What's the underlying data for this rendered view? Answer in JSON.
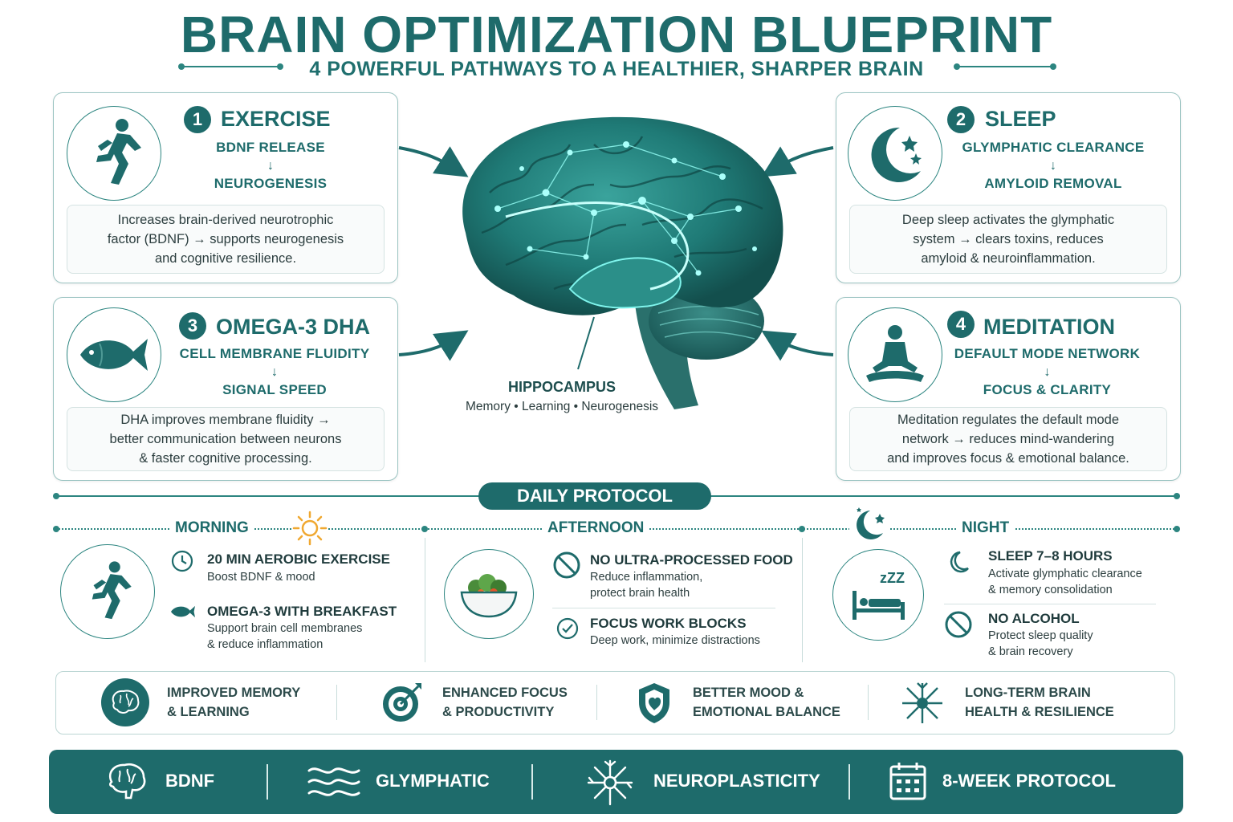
{
  "header": {
    "title": "BRAIN OPTIMIZATION BLUEPRINT",
    "subtitle": "4 POWERFUL PATHWAYS TO A HEALTHIER, SHARPER BRAIN"
  },
  "colors": {
    "primary": "#1e6b6b",
    "accent": "#2c8580",
    "glow": "#5ff0e8"
  },
  "pathways": [
    {
      "number": "1",
      "title": "EXERCISE",
      "flow_from": "BDNF RELEASE",
      "arrow": "↓",
      "flow_to": "NEUROGENESIS",
      "desc": [
        "Increases brain-derived neurotrophic",
        "factor (BDNF) → supports neurogenesis",
        "and cognitive resilience."
      ],
      "icon": "runner-icon"
    },
    {
      "number": "2",
      "title": "SLEEP",
      "flow_from": "GLYMPHATIC CLEARANCE",
      "arrow": "↓",
      "flow_to": "AMYLOID REMOVAL",
      "desc": [
        "Deep sleep activates the glymphatic",
        "system → clears toxins, reduces",
        "amyloid & neuroinflammation."
      ],
      "icon": "moon-stars-icon"
    },
    {
      "number": "3",
      "title": "OMEGA-3 DHA",
      "flow_from": "CELL MEMBRANE FLUIDITY",
      "arrow": "↓",
      "flow_to": "SIGNAL SPEED",
      "desc": [
        "DHA improves membrane fluidity →",
        "better communication between neurons",
        "& faster cognitive processing."
      ],
      "icon": "fish-icon"
    },
    {
      "number": "4",
      "title": "MEDITATION",
      "flow_from": "DEFAULT MODE NETWORK",
      "arrow": "↓",
      "flow_to": "FOCUS & CLARITY",
      "desc": [
        "Meditation regulates the default mode",
        "network → reduces mind-wandering",
        "and improves focus & emotional balance."
      ],
      "icon": "meditation-icon"
    }
  ],
  "brain": {
    "label": "HIPPOCAMPUS",
    "sub": "Memory • Learning • Neurogenesis"
  },
  "protocol": {
    "title": "DAILY PROTOCOL",
    "morning": {
      "label": "MORNING",
      "items": [
        {
          "title": "20 MIN AEROBIC EXERCISE",
          "desc": [
            "Boost BDNF & mood"
          ]
        },
        {
          "title": "OMEGA-3 WITH BREAKFAST",
          "desc": [
            "Support brain cell membranes",
            "& reduce inflammation"
          ]
        }
      ]
    },
    "afternoon": {
      "label": "AFTERNOON",
      "items": [
        {
          "title": "NO ULTRA-PROCESSED FOOD",
          "desc": [
            "Reduce inflammation,",
            "protect brain health"
          ]
        },
        {
          "title": "FOCUS WORK BLOCKS",
          "desc": [
            "Deep work, minimize distractions"
          ]
        }
      ]
    },
    "night": {
      "label": "NIGHT",
      "zzz": "zZZ",
      "items": [
        {
          "title": "SLEEP 7–8 HOURS",
          "desc": [
            "Activate glymphatic clearance",
            "& memory consolidation"
          ]
        },
        {
          "title": "NO ALCOHOL",
          "desc": [
            "Protect sleep quality",
            "& brain recovery"
          ]
        }
      ]
    }
  },
  "benefits": [
    {
      "lines": [
        "IMPROVED MEMORY",
        "& LEARNING"
      ],
      "icon": "brain-icon"
    },
    {
      "lines": [
        "ENHANCED FOCUS",
        "& PRODUCTIVITY"
      ],
      "icon": "target-icon"
    },
    {
      "lines": [
        "BETTER MOOD &",
        "EMOTIONAL BALANCE"
      ],
      "icon": "shield-icon"
    },
    {
      "lines": [
        "LONG-TERM BRAIN",
        "HEALTH & RESILIENCE"
      ],
      "icon": "neuron-icon"
    }
  ],
  "footer": [
    {
      "label": "BDNF",
      "icon": "brain-outline-icon"
    },
    {
      "label": "GLYMPHATIC",
      "icon": "waves-icon"
    },
    {
      "label": "NEUROPLASTICITY",
      "icon": "neuron-outline-icon"
    },
    {
      "label": "8-WEEK PROTOCOL",
      "icon": "calendar-icon"
    }
  ]
}
